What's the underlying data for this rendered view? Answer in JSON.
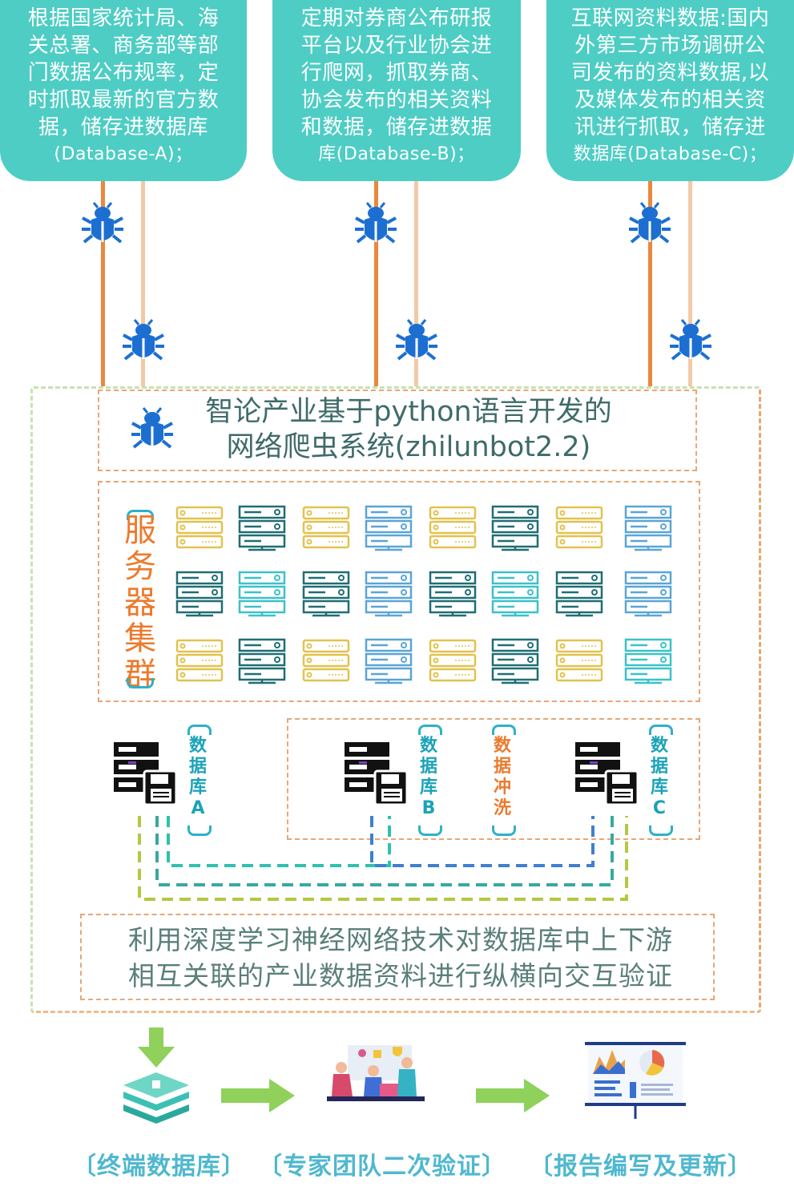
{
  "sources": [
    {
      "lines": [
        "根据国家统计局、海",
        "关总署、商务部等部",
        "门数据公布规率，定",
        "时抓取最新的官方数",
        "据，储存进数据库"
      ],
      "db": "(Database-A)；"
    },
    {
      "lines": [
        "定期对券商公布研报",
        "平台以及行业协会进",
        "行爬网，抓取券商、",
        "协会发布的相关资料",
        "和数据，储存进数据"
      ],
      "db": "库(Database-B)；"
    },
    {
      "lines": [
        "互联网资料数据:国内",
        "外第三方市场调研公",
        "司发布的资料数据,以",
        "及媒体发布的相关资",
        "讯进行抓取，储存进"
      ],
      "db": "数据库(Database-C)；"
    }
  ],
  "system": {
    "title_line1": "智论产业基于python语言开发的",
    "title_line2": "网络爬虫系统(zhilunbot2.2)"
  },
  "cluster": {
    "label": "服务器集群"
  },
  "databases": [
    {
      "label": [
        "数",
        "据",
        "库",
        "A"
      ],
      "color": "#1aa3b8"
    },
    {
      "label": [
        "数",
        "据",
        "库",
        "B"
      ],
      "color": "#1aa3b8"
    },
    {
      "label": [
        "数",
        "据",
        "冲",
        "洗"
      ],
      "color": "#ec7a2c"
    },
    {
      "label": [
        "数",
        "据",
        "库",
        "C"
      ],
      "color": "#1aa3b8"
    }
  ],
  "verify": {
    "line1": "利用深度学习神经网络技术对数据库中上下游",
    "line2": "相互关联的产业数据资料进行纵横向交互验证"
  },
  "outputs": [
    {
      "label": "〔终端数据库〕"
    },
    {
      "label": "〔专家团队二次验证〕"
    },
    {
      "label": "〔报告编写及更新〕"
    }
  ],
  "colors": {
    "teal": "#4ecdc4",
    "orange": "#ec7a2c",
    "bug_blue": "#1c6fd1",
    "green_arrow": "#8fd15a",
    "label_blue": "#4fb8cf"
  }
}
